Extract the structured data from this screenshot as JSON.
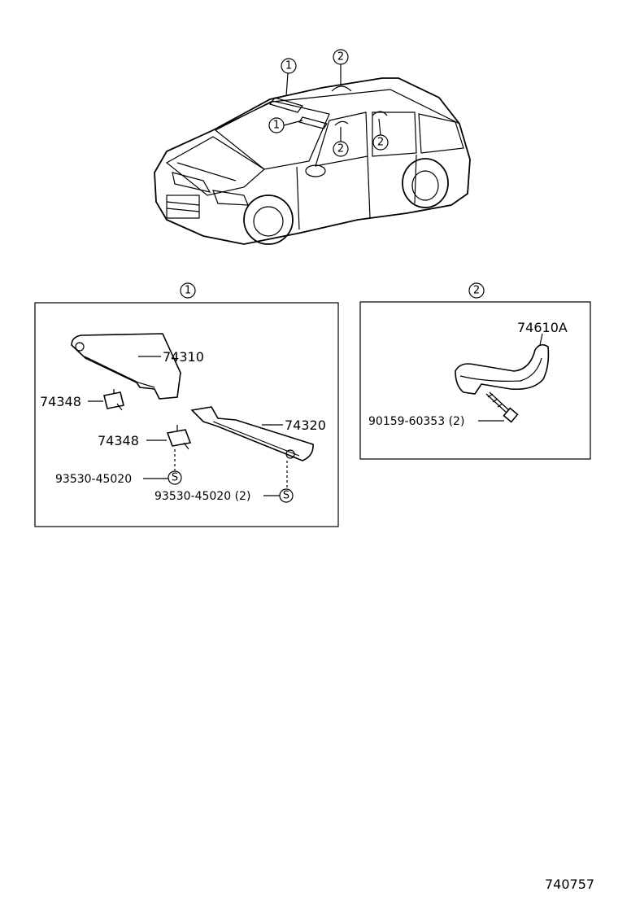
{
  "car_callouts": [
    "1",
    "2",
    "1",
    "2",
    "2"
  ],
  "section1": {
    "marker": "1",
    "parts": {
      "visor_left": "74310",
      "visor_right": "74320",
      "holder_a": "74348",
      "holder_b": "74348",
      "screw_a": "93530-45020",
      "screw_b": "93530-45020 (2)"
    },
    "screw_symbol": "S"
  },
  "section2": {
    "marker": "2",
    "parts": {
      "grip": "74610A",
      "screw": "90159-60353 (2)"
    }
  },
  "diagram_id": "740757"
}
